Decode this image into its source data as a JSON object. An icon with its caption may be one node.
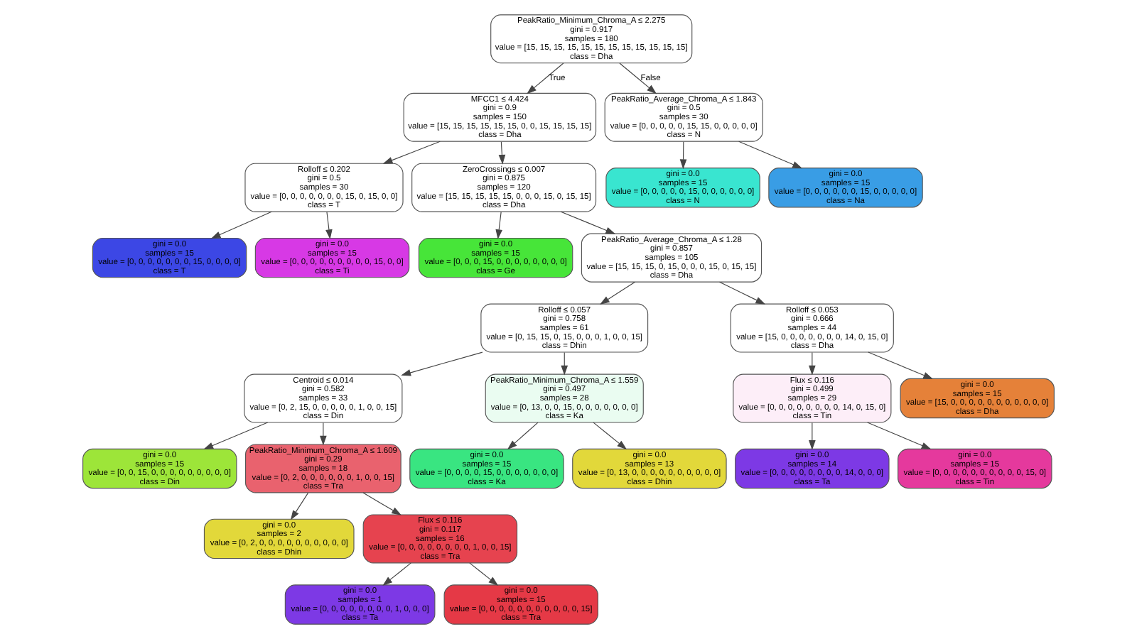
{
  "diagram": {
    "nodes": [
      {
        "text": [
          "PeakRatio_Minimum_Chroma_A ≤ 2.275",
          "gini = 0.917",
          "samples = 180",
          "value = [15, 15, 15, 15, 15, 15, 15, 15, 15, 15, 15, 15]",
          "class = Dha"
        ]
      },
      {
        "text": [
          "MFCC1 ≤ 4.424",
          "gini = 0.9",
          "samples = 150",
          "value = [15, 15, 15, 15, 15, 15, 0, 0, 15, 15, 15, 15]",
          "class = Dha"
        ]
      },
      {
        "text": [
          "PeakRatio_Average_Chroma_A ≤ 1.843",
          "gini = 0.5",
          "samples = 30",
          "value = [0, 0, 0, 0, 0, 15, 15, 0, 0, 0, 0, 0]",
          "class = N"
        ]
      },
      {
        "text": [
          "Rolloff ≤ 0.202",
          "gini = 0.5",
          "samples = 30",
          "value = [0, 0, 0, 0, 0, 0, 0, 15, 0, 15, 0, 0]",
          "class = T"
        ]
      },
      {
        "text": [
          "ZeroCrossings ≤ 0.007",
          "gini = 0.875",
          "samples = 120",
          "value = [15, 15, 15, 15, 15, 0, 0, 0, 15, 0, 15, 15]",
          "class = Dha"
        ]
      },
      {
        "text": [
          "gini = 0.0",
          "samples = 15",
          "value = [0, 0, 0, 0, 0, 15, 0, 0, 0, 0, 0, 0]",
          "class = N"
        ]
      },
      {
        "text": [
          "gini = 0.0",
          "samples = 15",
          "value = [0, 0, 0, 0, 0, 0, 15, 0, 0, 0, 0, 0]",
          "class = Na"
        ]
      },
      {
        "text": [
          "gini = 0.0",
          "samples = 15",
          "value = [0, 0, 0, 0, 0, 0, 0, 15, 0, 0, 0, 0]",
          "class = T"
        ]
      },
      {
        "text": [
          "gini = 0.0",
          "samples = 15",
          "value = [0, 0, 0, 0, 0, 0, 0, 0, 0, 15, 0, 0]",
          "class = Ti"
        ]
      },
      {
        "text": [
          "gini = 0.0",
          "samples = 15",
          "value = [0, 0, 0, 15, 0, 0, 0, 0, 0, 0, 0, 0]",
          "class = Ge"
        ]
      },
      {
        "text": [
          "PeakRatio_Average_Chroma_A ≤ 1.28",
          "gini = 0.857",
          "samples = 105",
          "value = [15, 15, 15, 0, 15, 0, 0, 0, 15, 0, 15, 15]",
          "class = Dha"
        ]
      },
      {
        "text": [
          "Rolloff ≤ 0.057",
          "gini = 0.758",
          "samples = 61",
          "value = [0, 15, 15, 0, 15, 0, 0, 0, 1, 0, 0, 15]",
          "class = Dhin"
        ]
      },
      {
        "text": [
          "Rolloff ≤ 0.053",
          "gini = 0.666",
          "samples = 44",
          "value = [15, 0, 0, 0, 0, 0, 0, 0, 14, 0, 15, 0]",
          "class = Dha"
        ]
      },
      {
        "text": [
          "Centroid ≤ 0.014",
          "gini = 0.582",
          "samples = 33",
          "value = [0, 2, 15, 0, 0, 0, 0, 0, 1, 0, 0, 15]",
          "class = Din"
        ]
      },
      {
        "text": [
          "PeakRatio_Minimum_Chroma_A ≤ 1.559",
          "gini = 0.497",
          "samples = 28",
          "value = [0, 13, 0, 0, 15, 0, 0, 0, 0, 0, 0, 0]",
          "class = Ka"
        ]
      },
      {
        "text": [
          "Flux ≤ 0.116",
          "gini = 0.499",
          "samples = 29",
          "value = [0, 0, 0, 0, 0, 0, 0, 0, 14, 0, 15, 0]",
          "class = Tin"
        ]
      },
      {
        "text": [
          "gini = 0.0",
          "samples = 15",
          "value = [15, 0, 0, 0, 0, 0, 0, 0, 0, 0, 0, 0]",
          "class = Dha"
        ]
      },
      {
        "text": [
          "gini = 0.0",
          "samples = 15",
          "value = [0, 0, 15, 0, 0, 0, 0, 0, 0, 0, 0, 0]",
          "class = Din"
        ]
      },
      {
        "text": [
          "PeakRatio_Minimum_Chroma_A ≤ 1.609",
          "gini = 0.29",
          "samples = 18",
          "value = [0, 2, 0, 0, 0, 0, 0, 0, 1, 0, 0, 15]",
          "class = Tra"
        ]
      },
      {
        "text": [
          "gini = 0.0",
          "samples = 15",
          "value = [0, 0, 0, 0, 15, 0, 0, 0, 0, 0, 0, 0]",
          "class = Ka"
        ]
      },
      {
        "text": [
          "gini = 0.0",
          "samples = 13",
          "value = [0, 13, 0, 0, 0, 0, 0, 0, 0, 0, 0, 0]",
          "class = Dhin"
        ]
      },
      {
        "text": [
          "gini = 0.0",
          "samples = 14",
          "value = [0, 0, 0, 0, 0, 0, 0, 0, 14, 0, 0, 0]",
          "class = Ta"
        ]
      },
      {
        "text": [
          "gini = 0.0",
          "samples = 15",
          "value = [0, 0, 0, 0, 0, 0, 0, 0, 0, 0, 15, 0]",
          "class = Tin"
        ]
      },
      {
        "text": [
          "gini = 0.0",
          "samples = 2",
          "value = [0, 2, 0, 0, 0, 0, 0, 0, 0, 0, 0, 0]",
          "class = Dhin"
        ]
      },
      {
        "text": [
          "Flux ≤ 0.116",
          "gini = 0.117",
          "samples = 16",
          "value = [0, 0, 0, 0, 0, 0, 0, 0, 1, 0, 0, 15]",
          "class = Tra"
        ]
      },
      {
        "text": [
          "gini = 0.0",
          "samples = 1",
          "value = [0, 0, 0, 0, 0, 0, 0, 0, 1, 0, 0, 0]",
          "class = Ta"
        ]
      },
      {
        "text": [
          "gini = 0.0",
          "samples = 15",
          "value = [0, 0, 0, 0, 0, 0, 0, 0, 0, 0, 0, 15]",
          "class = Tra"
        ]
      }
    ],
    "edges": [
      {
        "from": 0,
        "to": 1,
        "arrow": "to",
        "label": "True"
      },
      {
        "from": 0,
        "to": 2,
        "arrow": "to",
        "label": "False"
      },
      {
        "from": 1,
        "to": 3,
        "arrow": "to"
      },
      {
        "from": 1,
        "to": 4,
        "arrow": "to"
      },
      {
        "from": 2,
        "to": 5,
        "arrow": "to"
      },
      {
        "from": 2,
        "to": 6,
        "arrow": "to"
      },
      {
        "from": 3,
        "to": 7,
        "arrow": "to"
      },
      {
        "from": 3,
        "to": 8,
        "arrow": "to"
      },
      {
        "from": 4,
        "to": 9,
        "arrow": "to"
      },
      {
        "from": 4,
        "to": 10,
        "arrow": "to"
      },
      {
        "from": 10,
        "to": 11,
        "arrow": "to"
      },
      {
        "from": 10,
        "to": 12,
        "arrow": "to"
      },
      {
        "from": 11,
        "to": 13,
        "arrow": "to"
      },
      {
        "from": 11,
        "to": 14,
        "arrow": "to"
      },
      {
        "from": 12,
        "to": 15,
        "arrow": "to"
      },
      {
        "from": 12,
        "to": 16,
        "arrow": "to"
      },
      {
        "from": 13,
        "to": 17,
        "arrow": "to"
      },
      {
        "from": 13,
        "to": 18,
        "arrow": "to"
      },
      {
        "from": 14,
        "to": 19,
        "arrow": "to"
      },
      {
        "from": 14,
        "to": 20,
        "arrow": "to"
      },
      {
        "from": 15,
        "to": 21,
        "arrow": "to"
      },
      {
        "from": 15,
        "to": 22,
        "arrow": "to"
      },
      {
        "from": 18,
        "to": 23,
        "arrow": "to"
      },
      {
        "from": 18,
        "to": 24,
        "arrow": "to"
      },
      {
        "from": 24,
        "to": 25,
        "arrow": "to"
      },
      {
        "from": 24,
        "to": 26,
        "arrow": "to"
      }
    ]
  }
}
